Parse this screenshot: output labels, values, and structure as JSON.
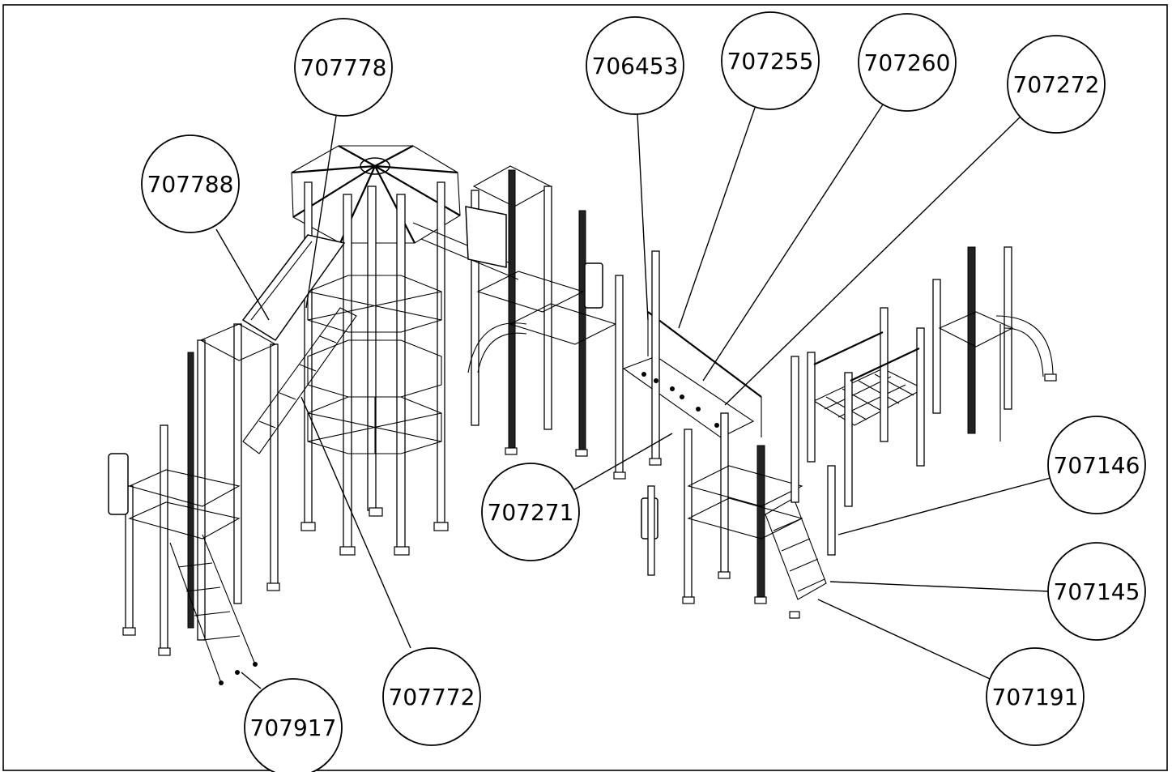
{
  "callouts": [
    {
      "id": "c707778",
      "label": "707778"
    },
    {
      "id": "c707788",
      "label": "707788"
    },
    {
      "id": "c706453",
      "label": "706453"
    },
    {
      "id": "c707255",
      "label": "707255"
    },
    {
      "id": "c707260",
      "label": "707260"
    },
    {
      "id": "c707272",
      "label": "707272"
    },
    {
      "id": "c707271",
      "label": "707271"
    },
    {
      "id": "c707146",
      "label": "707146"
    },
    {
      "id": "c707145",
      "label": "707145"
    },
    {
      "id": "c707191",
      "label": "707191"
    },
    {
      "id": "c707772",
      "label": "707772"
    },
    {
      "id": "c707917",
      "label": "707917"
    }
  ],
  "colors": {
    "line": "#000000",
    "background": "#ffffff"
  }
}
